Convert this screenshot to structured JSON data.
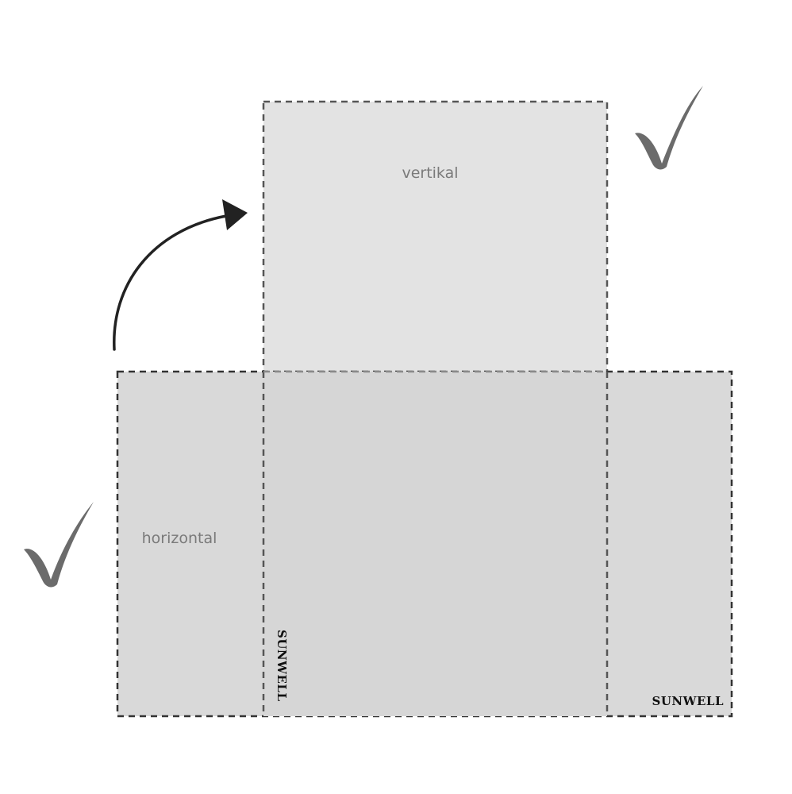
{
  "labels": {
    "vertical": "vertikal",
    "horizontal": "horizontal"
  },
  "brand": {
    "name": "SUNWELL"
  },
  "icons": {
    "check": "checkmark-icon",
    "arrow": "curved-arrow-icon"
  },
  "colors": {
    "vertical_fill": "#e3e3e3",
    "horizontal_fill": "#dadada",
    "dashed_border": "#555555",
    "checkmark": "#6b6b6b",
    "arrow": "#222222"
  }
}
